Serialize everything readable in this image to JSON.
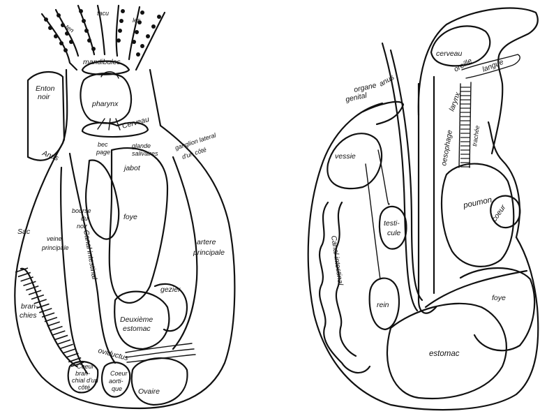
{
  "left_figure": {
    "labels": {
      "tentacules_1": "ten",
      "tentacules_2": "tacu",
      "tentacules_3": "les",
      "mandibules": "mandibules",
      "entonnoir_1": "Enton",
      "entonnoir_2": "noir",
      "pharynx": "pharynx",
      "cerveau": "Cerveau",
      "bec_1": "bec",
      "bec_2": "page",
      "glandes_1": "glande",
      "glandes_2": "salivaires",
      "ganglion_1": "ganglion lateral",
      "ganglion_2": "d'un côté",
      "anus": "Anus",
      "jabot": "jabot",
      "sac": "Sac",
      "bourse_1": "bourse",
      "bourse_2": "du",
      "bourse_3": "noir",
      "foye": "foye",
      "veine_1": "veine",
      "veine_2": "principale",
      "canal": "Canal intestinal",
      "artere_1": "artere",
      "artere_2": "principale",
      "branchies_1": "bran-",
      "branchies_2": "chies",
      "gezier": "gezier",
      "deuxieme_1": "Deuxième",
      "deuxieme_2": "estomac",
      "oviductus": "oviductus",
      "coeur_branchial_1": "Coeur",
      "coeur_branchial_2": "bran-",
      "coeur_branchial_3": "chial d'un",
      "coeur_branchial_4": "côté",
      "coeur_aortique_1": "Coeur",
      "coeur_aortique_2": "aorti-",
      "coeur_aortique_3": "que",
      "ovaire": "Ovaire"
    }
  },
  "right_figure": {
    "labels": {
      "cerveau": "cerveau",
      "oreille": "oreille",
      "langue": "langue",
      "anus": "anus",
      "organe_1": "organe",
      "organe_2": "genital",
      "larynx": "larynx",
      "oesophage": "oesophage",
      "trachee": "trachée",
      "vessie": "vessie",
      "poumon": "poumon",
      "coeur": "coeur",
      "testicule_1": "testi-",
      "testicule_2": "cule",
      "canal": "Canal intestinal",
      "foye": "foye",
      "rein": "rein",
      "estomac": "estomac"
    }
  }
}
